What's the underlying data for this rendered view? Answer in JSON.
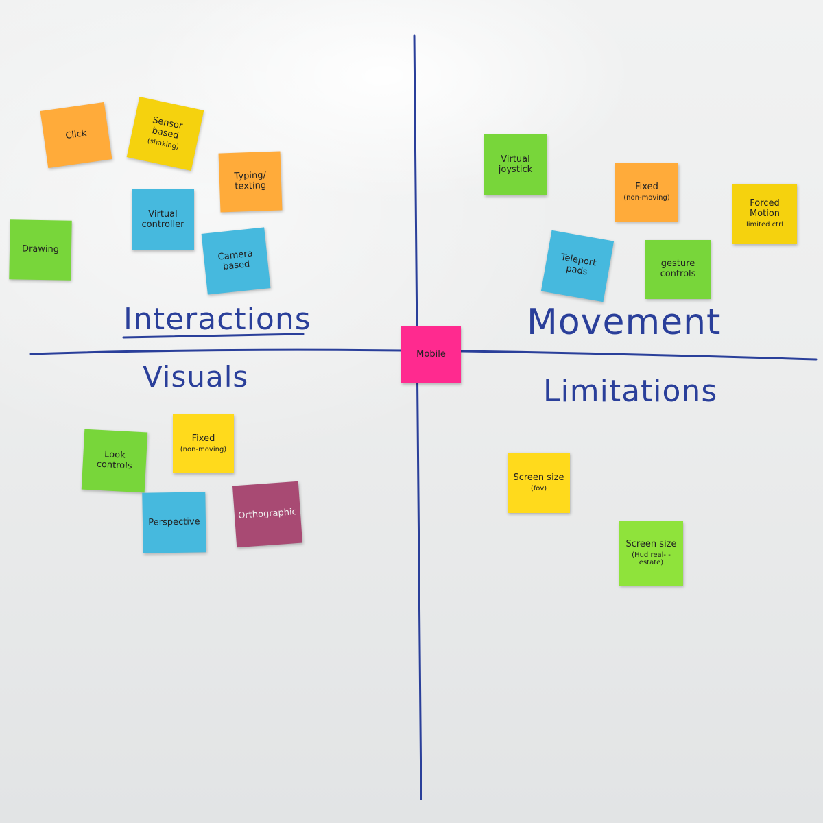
{
  "quadrants": {
    "interactions": "Interactions",
    "movement": "Movement",
    "visuals": "Visuals",
    "limitations": "Limitations"
  },
  "center_note": "Mobile",
  "interactions_notes": {
    "click": "Click",
    "sensor": "Sensor based",
    "sensor_sub": "(shaking)",
    "typing": "Typing/ texting",
    "virtual_controller": "Virtual controller",
    "drawing": "Drawing",
    "camera": "Camera based"
  },
  "movement_notes": {
    "joystick": "Virtual joystick",
    "fixed": "Fixed",
    "fixed_sub": "(non-moving)",
    "forced": "Forced Motion",
    "forced_sub": "limited ctrl",
    "teleport": "Teleport pads",
    "gesture": "gesture controls"
  },
  "visuals_notes": {
    "look": "Look controls",
    "fixed": "Fixed",
    "fixed_sub": "(non-moving)",
    "perspective": "Perspective",
    "orthographic": "Orthographic"
  },
  "limitations_notes": {
    "screen_fov": "Screen size",
    "screen_fov_sub": "(fov)",
    "screen_hud": "Screen size",
    "screen_hud_sub": "(Hud real- -estate)"
  },
  "colors": {
    "marker": "#2a3f9a",
    "orange": "#ffab3a",
    "yellow": "#f5d20e",
    "green": "#78d63a",
    "blue": "#46b9de",
    "purple": "#a84a73",
    "pink": "#ff2a8f"
  }
}
